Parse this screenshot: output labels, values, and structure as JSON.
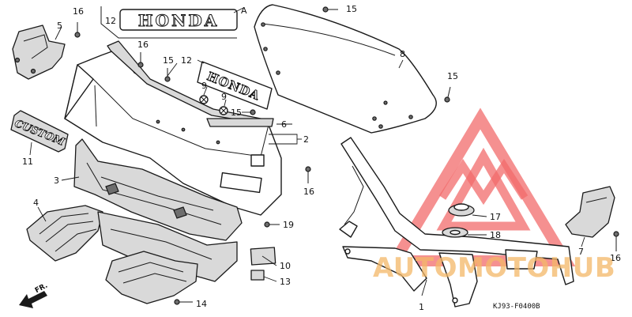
{
  "callouts": {
    "c1": "1",
    "c2": "2",
    "c3": "3",
    "c4": "4",
    "c5": "5",
    "c6": "6",
    "c7": "7",
    "c8": "8",
    "c9": "9",
    "c10": "10",
    "c11": "11",
    "c12": "12",
    "c13": "13",
    "c14": "14",
    "c15": "15",
    "c16": "16",
    "c17": "17",
    "c18": "18",
    "c19": "19"
  },
  "ref_letter": "A",
  "emblem_text": "HONDA",
  "badge_text": "CUSTOM",
  "direction_label": "FR.",
  "diagram_code": "KJ93-F0400B",
  "watermark": {
    "text": "AUTOMOTOHUB",
    "color": "#f26b6b",
    "accent_color": "#f4b868"
  }
}
